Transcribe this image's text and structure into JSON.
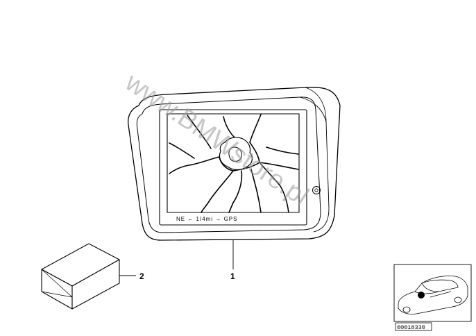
{
  "diagram": {
    "callouts": [
      {
        "id": "1",
        "label": "1"
      },
      {
        "id": "2",
        "label": "2"
      }
    ],
    "screen_text": "NE ← 1/4mi →  GPS",
    "watermark": "www.BMWstore.pl",
    "reference_number": "00018330"
  }
}
